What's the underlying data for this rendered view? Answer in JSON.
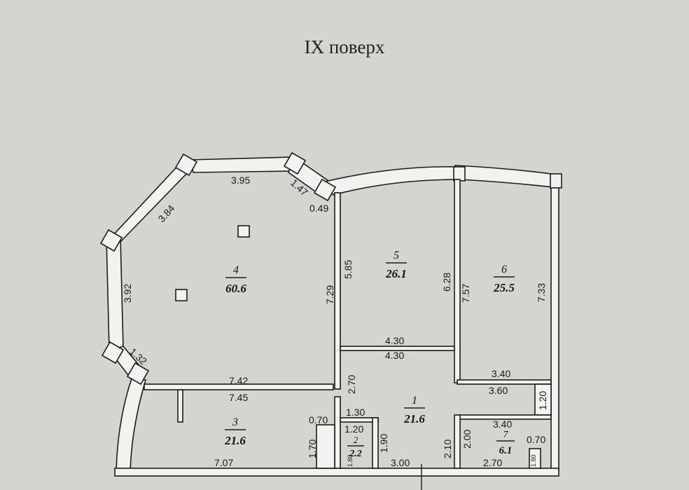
{
  "title": "IX поверх",
  "rooms": [
    {
      "number": "4",
      "area": "60.6"
    },
    {
      "number": "5",
      "area": "26.1"
    },
    {
      "number": "6",
      "area": "25.5"
    },
    {
      "number": "1",
      "area": "21.6"
    },
    {
      "number": "3",
      "area": "21.6"
    },
    {
      "number": "2",
      "area": "2.2"
    },
    {
      "number": "7",
      "area": "6.1"
    }
  ],
  "dimensions": {
    "d_3_95": "3.95",
    "d_1_47": "1.47",
    "d_0_49": "0.49",
    "d_3_84": "3.84",
    "d_3_92": "3.92",
    "d_1_32": "1.32",
    "d_7_29": "7.29",
    "d_5_85": "5.85",
    "d_6_28": "6.28",
    "d_7_57": "7.57",
    "d_7_33": "7.33",
    "d_4_30_top": "4.30",
    "d_4_30_bot": "4.30",
    "d_3_40_r6": "3.40",
    "d_3_60": "3.60",
    "d_1_20_r": "1.20",
    "d_7_42": "7.42",
    "d_7_45": "7.45",
    "d_2_70_v": "2.70",
    "d_1_30": "1.30",
    "d_0_70_l": "0.70",
    "d_1_20_b": "1.20",
    "d_1_70": "1.70",
    "d_1_90": "1.90",
    "d_1_80_a": "1.80",
    "d_7_07": "7.07",
    "d_3_00": "3.00",
    "d_2_10": "2.10",
    "d_3_40_r7": "3.40",
    "d_2_00": "2.00",
    "d_0_70_r": "0.70",
    "d_2_70_b": "2.70",
    "d_1_80_b": "1.80"
  }
}
